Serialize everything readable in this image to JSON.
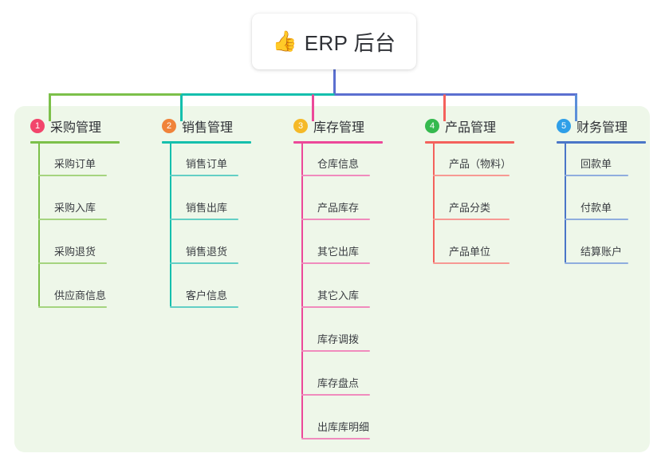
{
  "diagram": {
    "type": "mind-map",
    "root": {
      "icon": "thumbs-up-icon",
      "icon_glyph": "👍",
      "title": "ERP 后台"
    },
    "panel_color": "#eef7e9",
    "connector_colors": {
      "root_stem": "#5b6fd0",
      "bar_left": "#7cc04a",
      "bar_mid": "#14bfad",
      "bar_right": "#5b6fd0",
      "drop_1": "#7cc04a",
      "drop_2": "#14bfad",
      "drop_3": "#ec4899",
      "drop_4": "#f4615c",
      "drop_5": "#5b8fd9"
    },
    "columns": [
      {
        "number": "1",
        "badge_color": "#f2456b",
        "title": "采购管理",
        "line_color": "#7cc04a",
        "item_line_color": "#a5d47f",
        "head_rule_width": 112,
        "item_rule_width": 86,
        "items": [
          "采购订单",
          "采购入库",
          "采购退货",
          "供应商信息"
        ]
      },
      {
        "number": "2",
        "badge_color": "#f0833a",
        "title": "销售管理",
        "line_color": "#14bfad",
        "item_line_color": "#63cfc5",
        "head_rule_width": 112,
        "item_rule_width": 86,
        "items": [
          "销售订单",
          "销售出库",
          "销售退货",
          "客户信息"
        ]
      },
      {
        "number": "3",
        "badge_color": "#f5b927",
        "title": "库存管理",
        "line_color": "#ec4899",
        "item_line_color": "#f08bbd",
        "head_rule_width": 112,
        "item_rule_width": 86,
        "items": [
          "仓库信息",
          "产品库存",
          "其它出库",
          "其它入库",
          "库存调拨",
          "库存盘点",
          "出库库明细"
        ]
      },
      {
        "number": "4",
        "badge_color": "#35b94e",
        "title": "产品管理",
        "line_color": "#f4615c",
        "item_line_color": "#f79993",
        "head_rule_width": 112,
        "item_rule_width": 96,
        "items": [
          "产品（物料）",
          "产品分类",
          "产品单位"
        ]
      },
      {
        "number": "5",
        "badge_color": "#2f9fe8",
        "title": "财务管理",
        "line_color": "#4a76c8",
        "item_line_color": "#8fadde",
        "head_rule_width": 112,
        "item_rule_width": 80,
        "items": [
          "回款单",
          "付款单",
          "结算账户"
        ]
      }
    ]
  }
}
